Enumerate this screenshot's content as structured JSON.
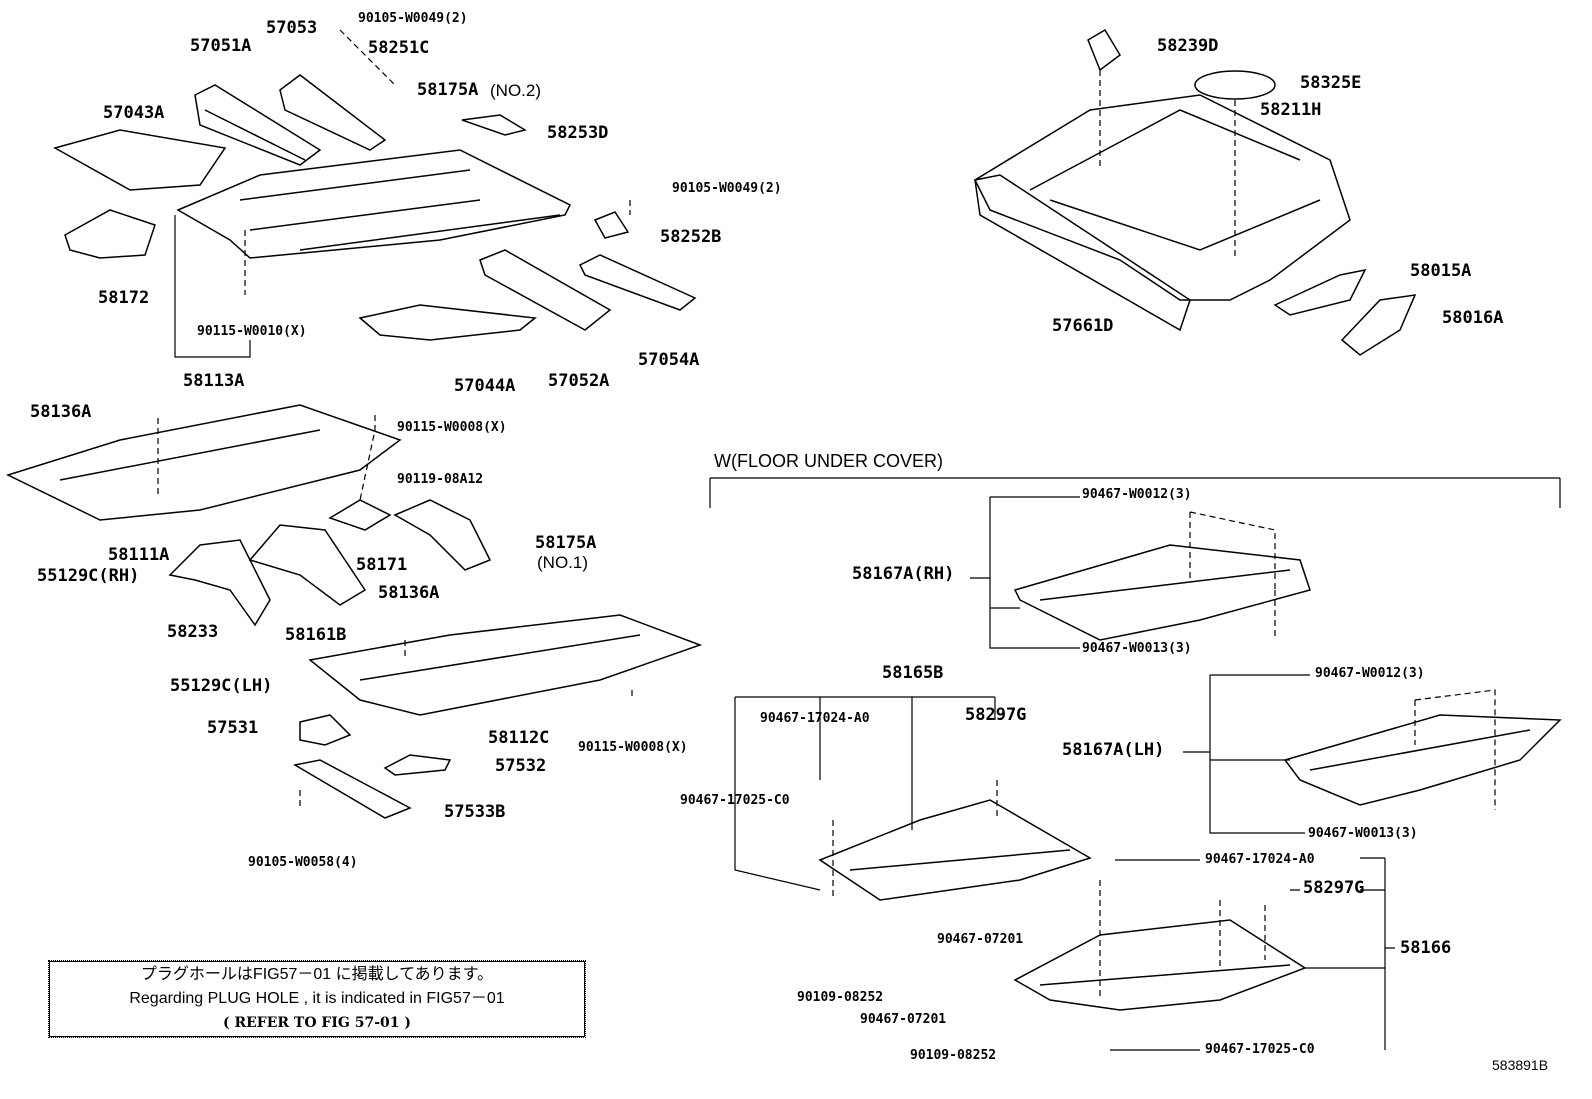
{
  "section_title": "W(FLOOR UNDER COVER)",
  "figure_code": "583891B",
  "note": {
    "line_jp": "プラグホールはFIG57－01 に掲載してあります。",
    "line_en": "Regarding  PLUG HOLE , it is  indicated  in  FIG57－01",
    "line_ref": "( REFER TO FIG 57-01 )"
  },
  "parts": {
    "p57051A": "57051A",
    "p57053": "57053",
    "p90105a": "90105-W0049(2)",
    "p58251C": "58251C",
    "p58175A2": "58175A",
    "p58175A2s": "(NO.2)",
    "p57043A": "57043A",
    "p58253D": "58253D",
    "p90105b": "90105-W0049(2)",
    "p58252B": "58252B",
    "p58172": "58172",
    "p90115a": "90115-W0010(X)",
    "p58113A": "58113A",
    "p57044A": "57044A",
    "p57052A": "57052A",
    "p57054A": "57054A",
    "p58239D": "58239D",
    "p58325E": "58325E",
    "p58211H": "58211H",
    "p58015A": "58015A",
    "p58016A": "58016A",
    "p57661D": "57661D",
    "p58136Aa": "58136A",
    "p90115b": "90115-W0008(X)",
    "p90119": "90119-08A12",
    "p58111A": "58111A",
    "p55129RH": "55129C(RH)",
    "p58171": "58171",
    "p58175A1": "58175A",
    "p58175A1s": "(NO.1)",
    "p58233": "58233",
    "p58161B": "58161B",
    "p58136Ab": "58136A",
    "p55129LH": "55129C(LH)",
    "p57531": "57531",
    "p58112C": "58112C",
    "p90115c": "90115-W0008(X)",
    "p57532": "57532",
    "p57533B": "57533B",
    "p90105c": "90105-W0058(4)",
    "p90467a": "90467-W0012(3)",
    "p58167RH": "58167A(RH)",
    "p90467b": "90467-W0013(3)",
    "p58165B": "58165B",
    "p90467c": "90467-W0012(3)",
    "p90467d": "90467-17024-A0",
    "p58297Ga": "58297G",
    "p58167LH": "58167A(LH)",
    "p90467e": "90467-17025-C0",
    "p90467f": "90467-W0013(3)",
    "p90467g": "90467-17024-A0",
    "p58297Gb": "58297G",
    "p58166": "58166",
    "p90467h": "90467-07201",
    "p90109a": "90109-08252",
    "p90467i": "90467-07201",
    "p90109b": "90109-08252",
    "p90467j": "90467-17025-C0"
  }
}
